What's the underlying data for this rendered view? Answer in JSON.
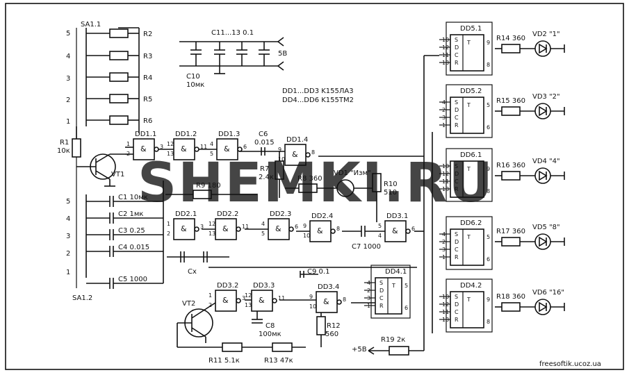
{
  "chips": [
    {
      "ref": "DD1.1",
      "pins": [
        "1",
        "2",
        "3"
      ]
    },
    {
      "ref": "DD1.2",
      "pins": [
        "12",
        "13",
        "11"
      ]
    },
    {
      "ref": "DD1.3",
      "pins": [
        "4",
        "5",
        "6"
      ]
    },
    {
      "ref": "DD1.4",
      "pins": [
        "9",
        "10",
        "8"
      ]
    },
    {
      "ref": "DD2.1",
      "pins": [
        "1",
        "2",
        "3"
      ]
    },
    {
      "ref": "DD2.2",
      "pins": [
        "12",
        "13",
        "11"
      ]
    },
    {
      "ref": "DD2.3",
      "pins": [
        "4",
        "5",
        "6"
      ]
    },
    {
      "ref": "DD2.4",
      "pins": [
        "9",
        "10",
        "8"
      ]
    },
    {
      "ref": "DD3.1",
      "pins": [
        "5",
        "4",
        "6"
      ]
    },
    {
      "ref": "DD3.2",
      "pins": [
        "1",
        "2",
        "3"
      ]
    },
    {
      "ref": "DD3.3",
      "pins": [
        "12",
        "13",
        "11"
      ]
    },
    {
      "ref": "DD3.4",
      "pins": [
        "9",
        "10",
        "8"
      ]
    }
  ],
  "and_symbol": "&",
  "flipflops": [
    {
      "ref": "DD5.1",
      "pins": [
        "10",
        "12",
        "11",
        "13",
        "9",
        "8"
      ]
    },
    {
      "ref": "DD5.2",
      "pins": [
        "4",
        "2",
        "3",
        "1",
        "5",
        "6"
      ]
    },
    {
      "ref": "DD6.1",
      "pins": [
        "10",
        "12",
        "11",
        "13",
        "9",
        "8"
      ]
    },
    {
      "ref": "DD6.2",
      "pins": [
        "4",
        "2",
        "3",
        "1",
        "5",
        "6"
      ]
    },
    {
      "ref": "DD4.2",
      "pins": [
        "10",
        "12",
        "11",
        "13",
        "9",
        "8"
      ]
    }
  ],
  "dd41": {
    "ref": "DD4.1",
    "pins": [
      "4",
      "2",
      "3",
      "1",
      "5",
      "6"
    ]
  },
  "ff_labels": {
    "s": "S",
    "d": "D",
    "c": "C",
    "r": "R",
    "t": "T"
  },
  "outputs": [
    {
      "res": "R14 360",
      "led": "VD2 \"1\""
    },
    {
      "res": "R15 360",
      "led": "VD3 \"2\""
    },
    {
      "res": "R16 360",
      "led": "VD4 \"4\""
    },
    {
      "res": "R17 360",
      "led": "VD5 \"8\""
    },
    {
      "res": "R18 360",
      "led": "VD6 \"16\""
    }
  ],
  "switch1": {
    "name": "SA1.1",
    "positions": [
      "5",
      "4",
      "3",
      "2",
      "1"
    ],
    "resistors": [
      "R2",
      "R3",
      "R4",
      "R5",
      "R6"
    ]
  },
  "switch2": {
    "name": "SA1.2",
    "positions": [
      "5",
      "4",
      "3",
      "2",
      "1"
    ],
    "caps": [
      "C1 10мк",
      "C2 1мк",
      "C3 0.25",
      "C4 0.015",
      "C5 1000"
    ]
  },
  "labels": {
    "r1": "R1",
    "r1v": "10к",
    "vt1": "VT1",
    "vt2": "VT2",
    "c11": "C11...13 0.1",
    "c10": "C10",
    "c10v": "10мк",
    "v5": "5В",
    "notes": [
      "DD1...DD3 K155ЛA3",
      "DD4...DD6 K155TM2"
    ],
    "c6": "C6",
    "c6v": "0.015",
    "r7": "R7",
    "r7v": "2.4к",
    "r8": "R8 360",
    "vd1": "VD1 \"Изм\"",
    "r10": "R10",
    "r10v": "510",
    "r9": "R9 180",
    "c7": "C7 1000",
    "cx": "Cx",
    "c9": "C9 0.1",
    "c8": "C8",
    "c8v": "100мк",
    "r12": "R12",
    "r12v": "560",
    "r11": "R11 5.1к",
    "r13": "R13 47к",
    "r19": "R19 2к",
    "plus5": "+5В"
  },
  "watermark": "SHEMKI.RU",
  "credit": "freesoftik.ucoz.ua"
}
